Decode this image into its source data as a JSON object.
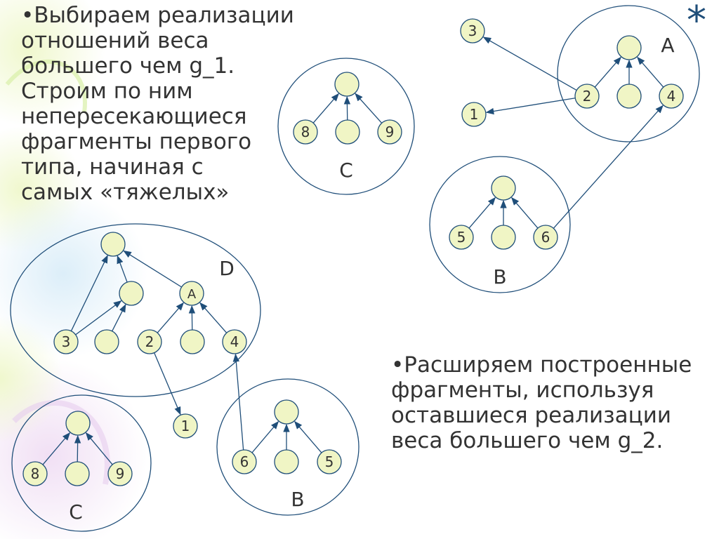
{
  "text_blocks": [
    {
      "lines": [
        "•Выбираем реализации",
        "отношений веса",
        "большего чем g_1.",
        "Строим по ним",
        "непересекающиеся",
        "фрагменты первого",
        "типа, начиная с",
        "самых «тяжелых»"
      ]
    },
    {
      "lines": [
        "•Расширяем построенные",
        "фрагменты, используя",
        "оставшиеся реализации",
        "веса большего чем g_2."
      ]
    }
  ],
  "marker": "*",
  "colors": {
    "node_fill": "#f0f5c5",
    "stroke": "#1f4e79",
    "text": "#333333"
  },
  "graphs": [
    {
      "id": "C-top",
      "label": "C",
      "nodes": [
        {
          "id": "root",
          "label": ""
        },
        {
          "id": "n8",
          "label": "8"
        },
        {
          "id": "mid",
          "label": ""
        },
        {
          "id": "n9",
          "label": "9"
        }
      ],
      "edges": [
        [
          "n8",
          "root"
        ],
        [
          "mid",
          "root"
        ],
        [
          "n9",
          "root"
        ]
      ]
    },
    {
      "id": "A",
      "label": "A",
      "nodes": [
        {
          "id": "root",
          "label": ""
        },
        {
          "id": "n2",
          "label": "2"
        },
        {
          "id": "mid",
          "label": ""
        },
        {
          "id": "n4",
          "label": "4"
        }
      ],
      "edges": [
        [
          "n2",
          "root"
        ],
        [
          "mid",
          "root"
        ],
        [
          "n4",
          "root"
        ]
      ]
    },
    {
      "id": "B-top",
      "label": "B",
      "nodes": [
        {
          "id": "root",
          "label": ""
        },
        {
          "id": "n5",
          "label": "5"
        },
        {
          "id": "mid",
          "label": ""
        },
        {
          "id": "n6",
          "label": "6"
        }
      ],
      "edges": [
        [
          "n5",
          "root"
        ],
        [
          "mid",
          "root"
        ],
        [
          "n6",
          "root"
        ]
      ]
    },
    {
      "id": "D",
      "label": "D",
      "nodes": [
        {
          "id": "top",
          "label": ""
        },
        {
          "id": "left",
          "label": ""
        },
        {
          "id": "A",
          "label": "A"
        },
        {
          "id": "n3",
          "label": "3"
        },
        {
          "id": "b1",
          "label": ""
        },
        {
          "id": "n2",
          "label": "2"
        },
        {
          "id": "b2",
          "label": ""
        },
        {
          "id": "n4",
          "label": "4"
        }
      ],
      "edges": [
        [
          "left",
          "top"
        ],
        [
          "A",
          "top"
        ],
        [
          "n3",
          "top"
        ],
        [
          "n3",
          "left"
        ],
        [
          "b1",
          "left"
        ],
        [
          "n2",
          "A"
        ],
        [
          "b2",
          "A"
        ],
        [
          "n4",
          "A"
        ]
      ]
    },
    {
      "id": "C-bottom",
      "label": "C",
      "nodes": [
        {
          "id": "root",
          "label": ""
        },
        {
          "id": "n8",
          "label": "8"
        },
        {
          "id": "mid",
          "label": ""
        },
        {
          "id": "n9",
          "label": "9"
        }
      ],
      "edges": [
        [
          "n8",
          "root"
        ],
        [
          "mid",
          "root"
        ],
        [
          "n9",
          "root"
        ]
      ]
    },
    {
      "id": "B-bottom",
      "label": "B",
      "nodes": [
        {
          "id": "root",
          "label": ""
        },
        {
          "id": "n6",
          "label": "6"
        },
        {
          "id": "mid",
          "label": ""
        },
        {
          "id": "n5",
          "label": "5"
        }
      ],
      "edges": [
        [
          "n6",
          "root"
        ],
        [
          "mid",
          "root"
        ],
        [
          "n5",
          "root"
        ]
      ]
    }
  ],
  "free_nodes": [
    {
      "id": "f3",
      "label": "3"
    },
    {
      "id": "f1",
      "label": "1"
    },
    {
      "id": "f1b",
      "label": "1"
    }
  ],
  "cross_edges": [
    {
      "from": "A.n2",
      "to": "f3"
    },
    {
      "from": "A.n2",
      "to": "f1"
    },
    {
      "from": "B-top.n6",
      "to": "A.n4"
    },
    {
      "from": "D.n2",
      "to": "f1b"
    },
    {
      "from": "B-bottom.n6",
      "to": "D.n4"
    }
  ]
}
